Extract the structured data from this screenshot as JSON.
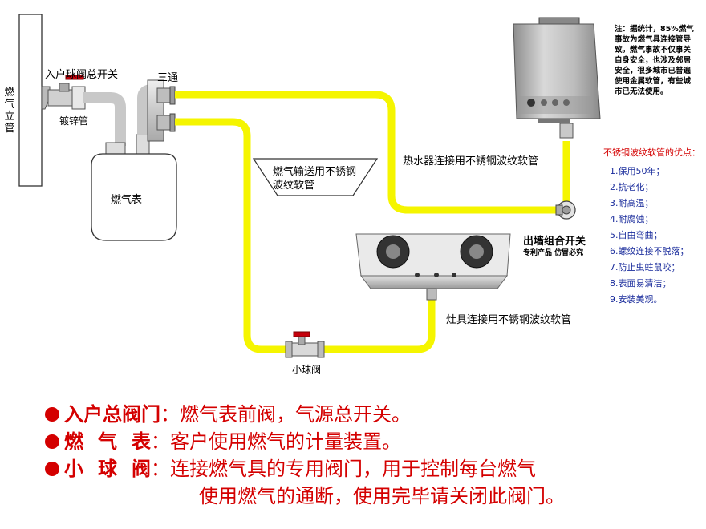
{
  "labels": {
    "riser": "燃气立管",
    "main_valve": "入户球阀总开关",
    "galvanized": "镀锌管",
    "tee": "三通",
    "meter": "燃气表",
    "transport_hose": "燃气输送用不锈钢波纹软管",
    "heater_hose": "热水器连接用不锈钢波纹软管",
    "wall_switch": "出墙组合开关",
    "wall_switch_sub": "专利产品 仿冒必究",
    "stove_hose": "灶具连接用不锈钢波纹软管",
    "small_valve": "小球阀"
  },
  "note": "注：据统计，85%燃气事故为燃气具连接管导致。燃气事故不仅事关自身安全，也涉及邻居安全，很多城市已普遍使用金属软管，有些城市已无法使用。",
  "advantages": {
    "title": "不锈钢波纹软管的优点：",
    "items": [
      "1.保用50年；",
      "2.抗老化；",
      "3.耐高温；",
      "4.耐腐蚀；",
      "5.自由弯曲；",
      "6.螺纹连接不脱落；",
      "7.防止虫蛀鼠咬；",
      "8.表面易清洁；",
      "9.安装美观。"
    ]
  },
  "legend": [
    {
      "term": "入户总阀门",
      "sep": "：",
      "desc": "燃气表前阀，气源总开关。"
    },
    {
      "term": "燃气表",
      "sep": "：",
      "desc": "客户使用燃气的计量装置。"
    },
    {
      "term": "小球阀",
      "sep": "：",
      "desc": "连接燃气具的专用阀门，用于控制每台燃气",
      "desc2": "使用燃气的通断，使用完毕请关闭此阀门。"
    }
  ],
  "colors": {
    "hose": "#f5f500",
    "hose_edge": "#d8d800",
    "accent_red": "#d40000",
    "list_blue": "#1a2c9c"
  }
}
